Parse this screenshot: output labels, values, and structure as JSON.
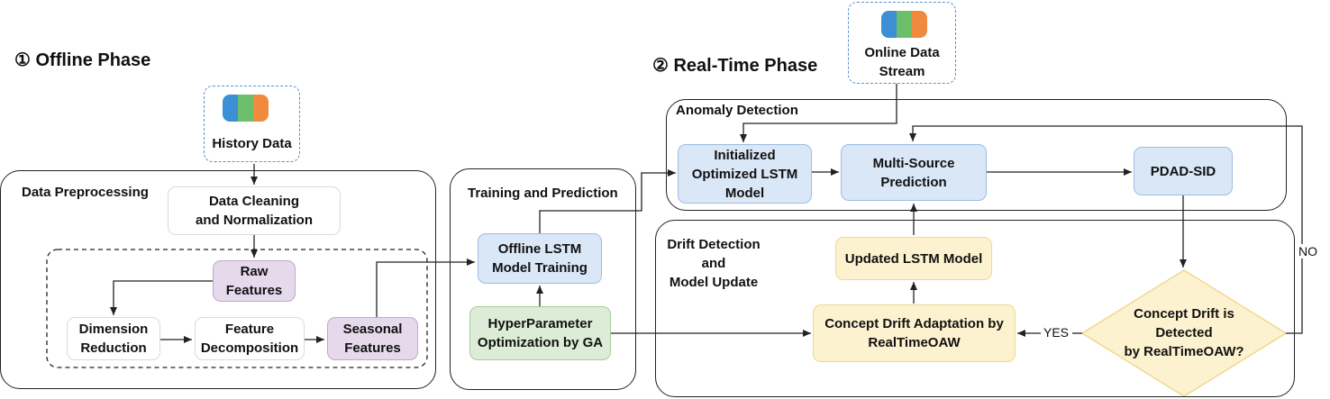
{
  "phases": {
    "offline": "①  Offline Phase",
    "realtime": "②  Real-Time Phase"
  },
  "groups": {
    "data_preprocessing": "Data Preprocessing",
    "training_prediction": "Training and Prediction",
    "anomaly_detection": "Anomaly Detection",
    "drift_detection": "Drift Detection\nand\nModel Update"
  },
  "sources": {
    "history": "History Data",
    "online": "Online Data\nStream"
  },
  "nodes": {
    "data_cleaning": "Data Cleaning\nand Normalization",
    "raw_features": "Raw\nFeatures",
    "dimension_reduction": "Dimension\nReduction",
    "feature_decomposition": "Feature\nDecomposition",
    "seasonal_features": "Seasonal\nFeatures",
    "offline_lstm": "Offline LSTM\nModel Training",
    "hyperparameter": "HyperParameter\nOptimization by GA",
    "initialized_lstm": "Initialized\nOptimized LSTM\nModel",
    "multi_source": "Multi-Source\nPrediction",
    "pdad": "PDAD-SID",
    "updated_lstm": "Updated LSTM Model",
    "concept_adaptation": "Concept Drift Adaptation by\nRealTimeOAW",
    "concept_detected": "Concept Drift is\nDetected\nby RealTimeOAW?"
  },
  "edge_labels": {
    "yes": "YES",
    "no": "NO"
  },
  "icons": [
    "database-icon",
    "arrow-icon",
    "diamond-decision-shape"
  ],
  "colors": {
    "blue_fill": "#dae7f7",
    "purple_fill": "#e6d9ec",
    "green_fill": "#dcecd6",
    "yellow_fill": "#fdf2cf",
    "source_border": "#5b8fd0"
  }
}
